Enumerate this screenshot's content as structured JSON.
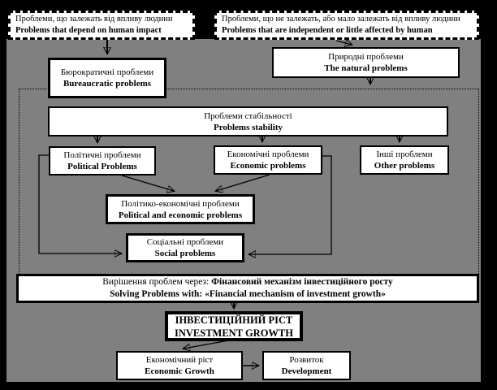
{
  "colors": {
    "background": "#000000",
    "panel": "#808080",
    "box_fill": "#ffffff",
    "line": "#000000"
  },
  "boxes": {
    "human_dependent": {
      "uk": "Проблеми, що залежать від впливу людини",
      "en": "Problems that depend on human impact"
    },
    "human_independent": {
      "uk": "Проблеми, що не залежать, або мало залежать від впливу людини",
      "en": "Problems that are independent or little affected by human"
    },
    "bureaucratic": {
      "uk": "Бюрократичні проблеми",
      "en": "Bureaucratic problems"
    },
    "natural": {
      "uk": "Природні проблеми",
      "en": "The natural problems"
    },
    "stability": {
      "uk": "Проблеми стабільності",
      "en": "Problems stability"
    },
    "political": {
      "uk": "Політичні проблеми",
      "en": "Political Problems"
    },
    "economic": {
      "uk": "Економічні проблеми",
      "en": "Economic problems"
    },
    "other": {
      "uk": "Інші проблеми",
      "en": "Other problems"
    },
    "political_economic": {
      "uk": "Політико-економічні проблеми",
      "en": "Political and economic problems"
    },
    "social": {
      "uk": "Соціальні проблеми",
      "en": "Social problems"
    },
    "solution": {
      "uk_prefix": "Вирішення проблем через: ",
      "uk_bold": "Фінансовий механізм інвестиційного росту",
      "en": "Solving Problems with: «Financial mechanism of investment growth»"
    },
    "investment": {
      "uk": "ІНВЕСТИЦІЙНИЙ РІСТ",
      "en": "INVESTMENT GROWTH"
    },
    "economic_growth": {
      "uk": "Економічний ріст",
      "en": "Economic Growth"
    },
    "development": {
      "uk": "Розвиток",
      "en": "Development"
    }
  }
}
